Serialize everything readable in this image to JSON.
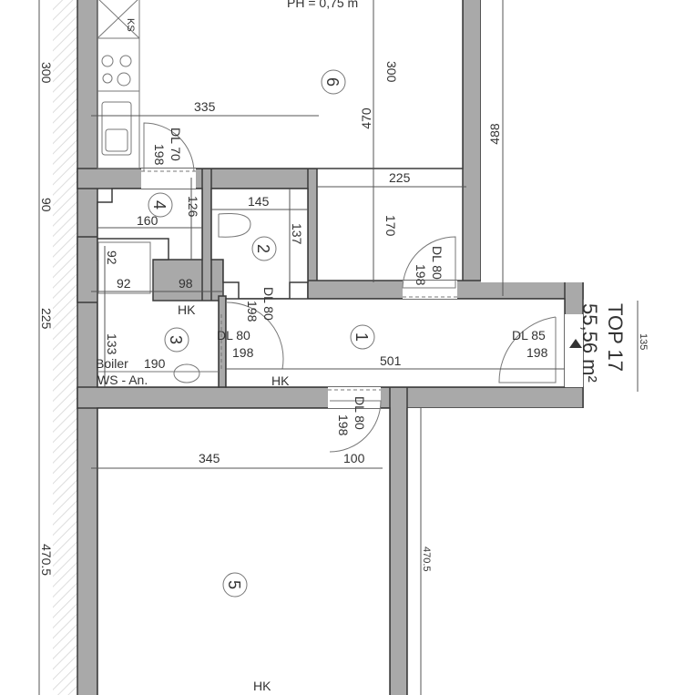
{
  "plan": {
    "unit_label": "TOP 17",
    "area": "55,56 m²",
    "room6_note": "PH = 0,75 m",
    "rooms": [
      {
        "id": "1"
      },
      {
        "id": "2"
      },
      {
        "id": "3"
      },
      {
        "id": "4"
      },
      {
        "id": "5"
      },
      {
        "id": "6"
      }
    ],
    "labels": {
      "ks": "KS",
      "hk1": "HK",
      "hk2": "HK",
      "hk3": "HK",
      "boiler": "Boiler",
      "ws": "WS - An."
    },
    "doors": [
      {
        "type": "DL 70",
        "height": "198"
      },
      {
        "type": "DL 80",
        "height": "198"
      },
      {
        "type": "DL 80",
        "height": "198"
      },
      {
        "type": "DL 80",
        "height": "198"
      },
      {
        "type": "DL 80",
        "height": "198"
      },
      {
        "type": "DL 85",
        "height": "198"
      }
    ],
    "dimensions": {
      "left": [
        "300",
        "90",
        "225",
        "470.5"
      ],
      "d335": "335",
      "d470": "470",
      "d300": "300",
      "d488": "488",
      "d225": "225",
      "d170": "170",
      "d145": "145",
      "d137": "137",
      "d160": "160",
      "d126": "126",
      "d92a": "92",
      "d92b": "92",
      "d98": "98",
      "d133": "133",
      "d190": "190",
      "d501": "501",
      "d135": "135",
      "d345": "345",
      "d100": "100",
      "d4705": "470.5"
    }
  }
}
